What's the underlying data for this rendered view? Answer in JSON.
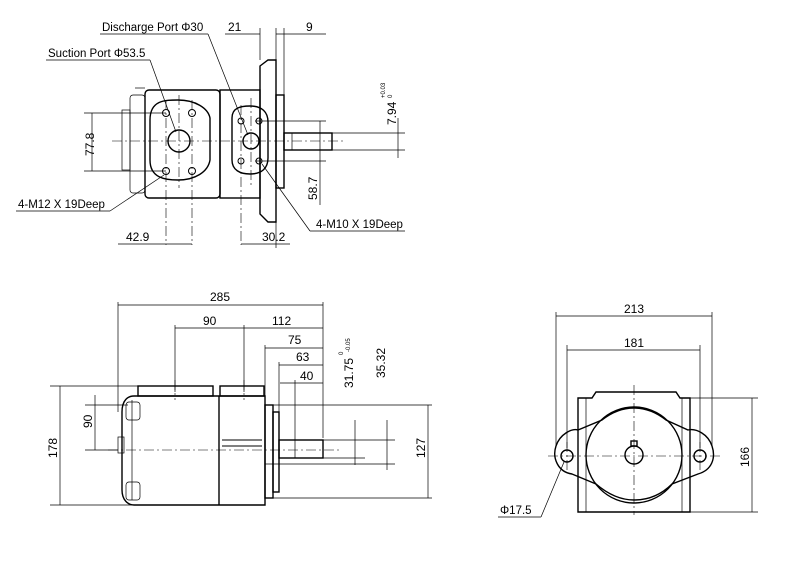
{
  "top_view": {
    "labels": {
      "discharge_port": "Discharge Port Φ30",
      "suction_port": "Suction Port Φ53.5",
      "bolt_m12": "4-M12 X 19Deep",
      "bolt_m10": "4-M10 X 19Deep"
    },
    "dims": {
      "d21": "21",
      "d9": "9",
      "d77_8": "77.8",
      "d7_94": "7.94",
      "d7_94_tol": "+0.03",
      "d7_94_tol2": "0",
      "d58_7": "58.7",
      "d42_9": "42.9",
      "d30_2": "30.2"
    }
  },
  "front_view": {
    "dims": {
      "d285": "285",
      "d90h": "90",
      "d112": "112",
      "d75": "75",
      "d63": "63",
      "d40": "40",
      "d31_75": "31.75",
      "d31_75_tol": "0",
      "d31_75_tol2": "-0.05",
      "d35_32": "35.32",
      "d90v": "90",
      "d178": "178",
      "d127": "127"
    }
  },
  "end_view": {
    "dims": {
      "d213": "213",
      "d181": "181",
      "d166": "166",
      "d17_5": "Φ17.5"
    }
  }
}
